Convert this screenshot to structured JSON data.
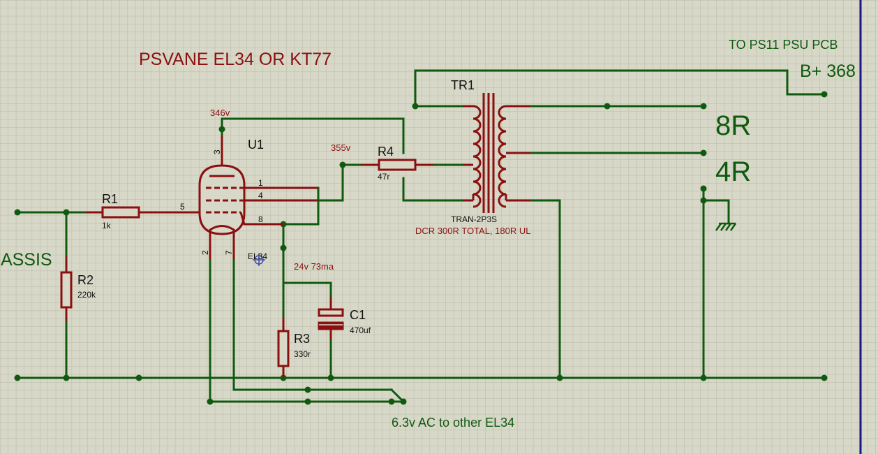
{
  "colors": {
    "background": "#d8d8c8",
    "grid": "#b8b8a8",
    "wire": "#0f5a0f",
    "component": "#8a1010",
    "label_dark": "#111111",
    "annotation": "#8a1010",
    "frame": "#1a1a8a"
  },
  "title": "PSVANE EL34 OR KT77",
  "psu_note": "TO PS11 PSU PCB",
  "bplus_label": "B+ 368",
  "chassis_label": "IASSIS",
  "heater_note": "6.3v AC to other EL34",
  "speaker_taps": {
    "tap_8": "8R",
    "tap_4": "4R"
  },
  "voltages": {
    "anode": "346v",
    "screen": "355v",
    "cathode": "24v  73ma"
  },
  "tube": {
    "ref": "U1",
    "type": "EL34",
    "pins": {
      "p1": "1",
      "p2": "2",
      "p3": "3",
      "p4": "4",
      "p5": "5",
      "p7": "7",
      "p8": "8"
    }
  },
  "transformer": {
    "ref": "TR1",
    "part": "TRAN-2P3S",
    "note": "DCR 300R TOTAL, 180R UL"
  },
  "components": {
    "R1": {
      "ref": "R1",
      "value": "1k"
    },
    "R2": {
      "ref": "R2",
      "value": "220k"
    },
    "R3": {
      "ref": "R3",
      "value": "330r"
    },
    "R4": {
      "ref": "R4",
      "value": "47r"
    },
    "C1": {
      "ref": "C1",
      "value": "470uf"
    }
  }
}
